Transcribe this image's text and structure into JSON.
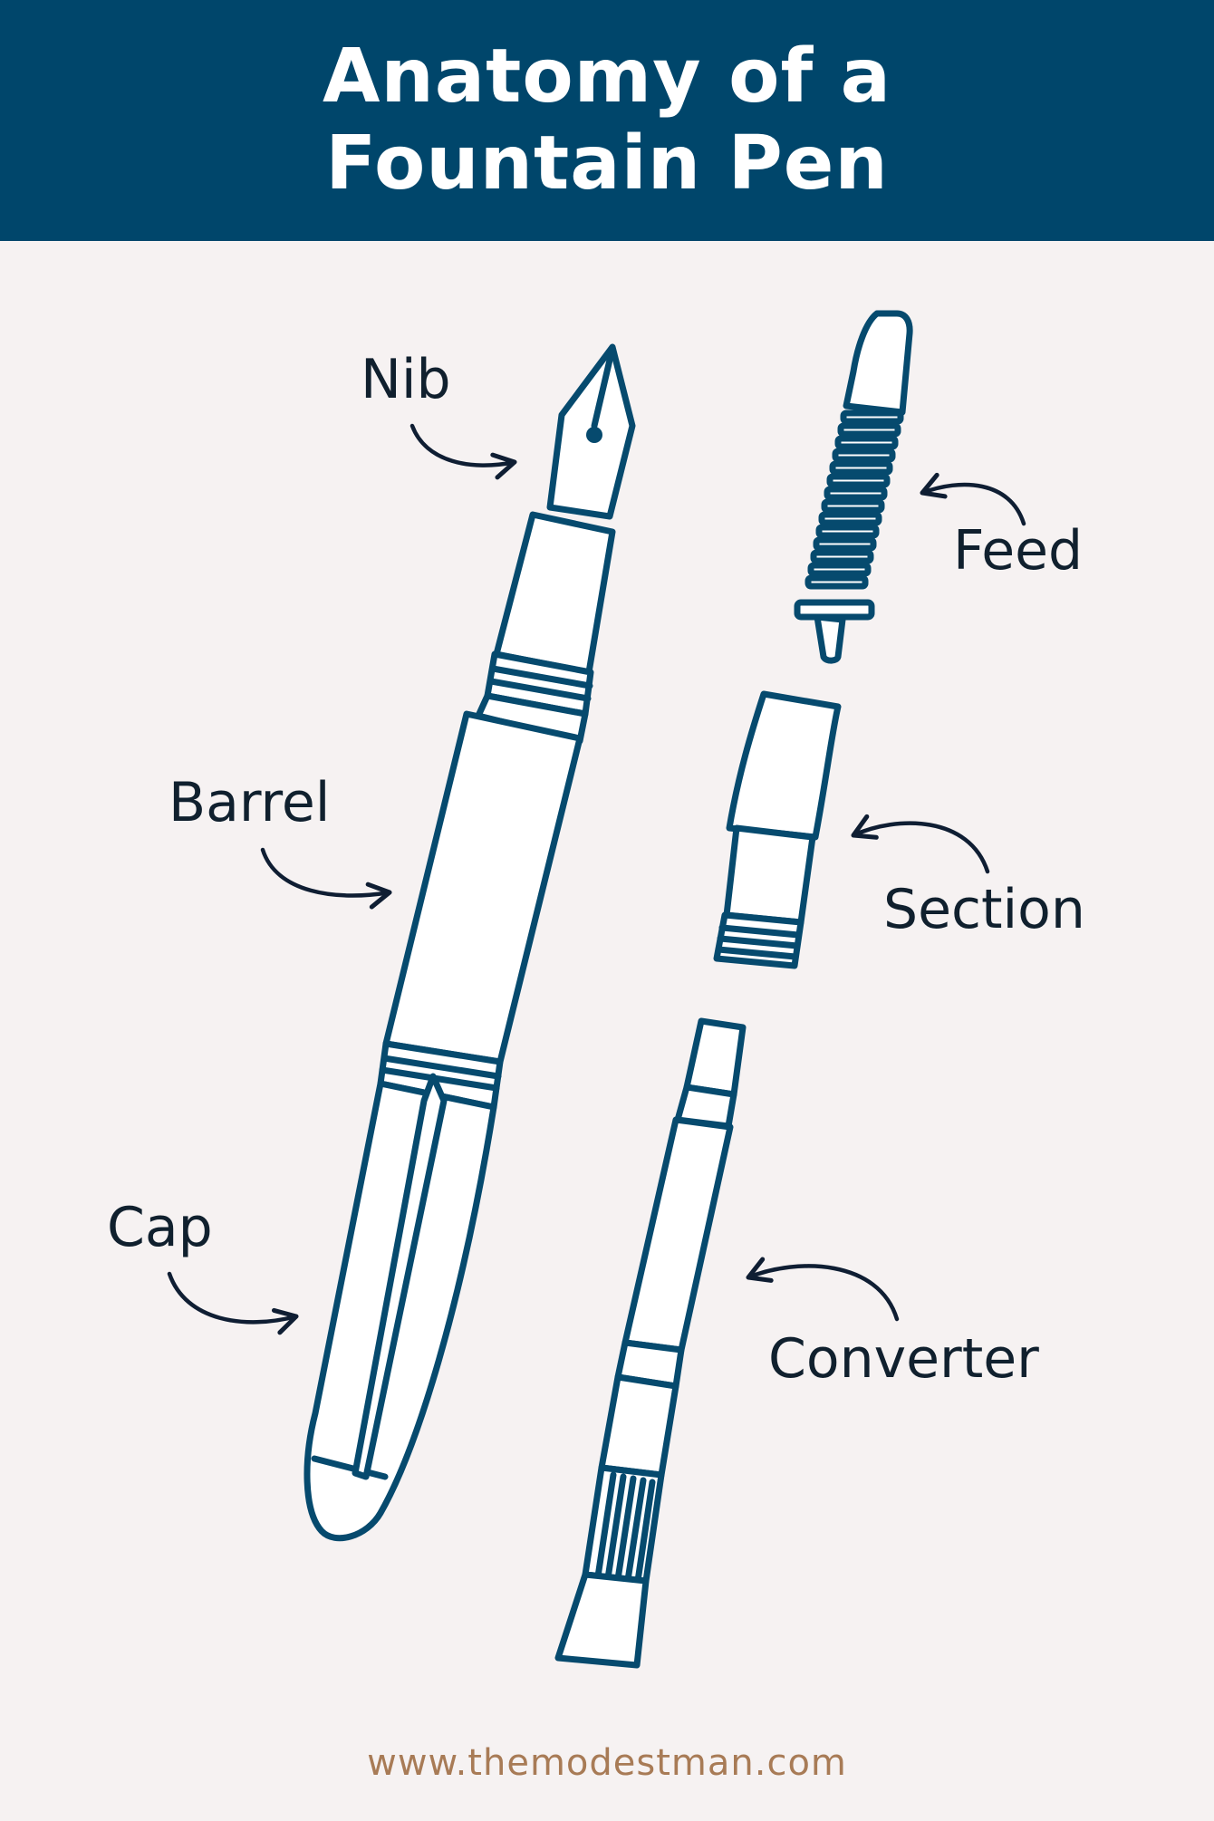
{
  "header": {
    "title_line1": "Anatomy of a",
    "title_line2": "Fountain Pen"
  },
  "labels": {
    "nib": "Nib",
    "feed": "Feed",
    "barrel": "Barrel",
    "section": "Section",
    "cap": "Cap",
    "converter": "Converter"
  },
  "footer": {
    "url": "www.themodestman.com"
  },
  "colors": {
    "header_bg": "#00466b",
    "background": "#f6f2f2",
    "outline": "#064a6e",
    "arrow": "#0f1e33",
    "footer_text": "#a87b56"
  },
  "icons": {
    "arrow": "curved-arrow-icon"
  }
}
